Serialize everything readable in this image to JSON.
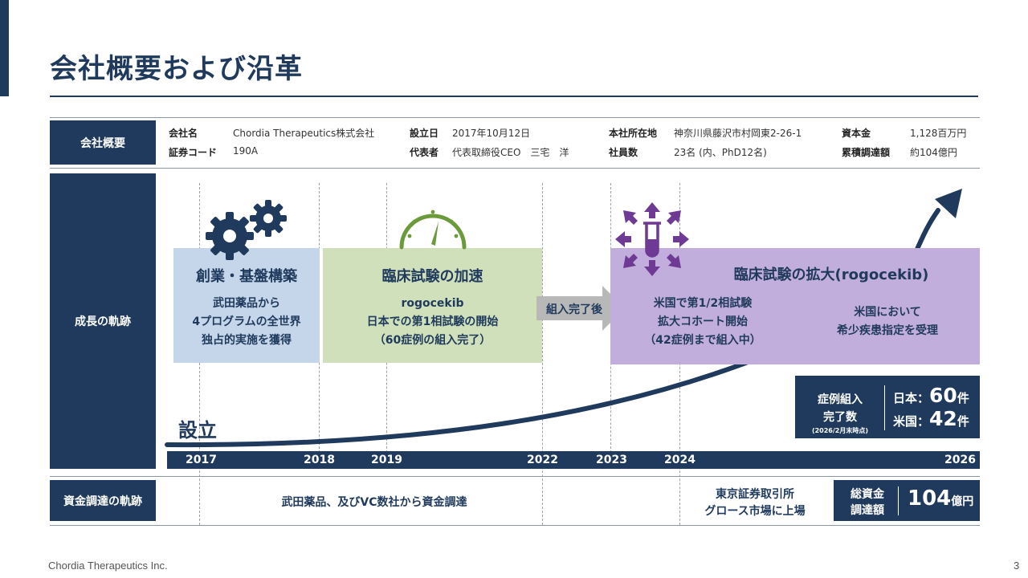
{
  "title": "会社概要および沿革",
  "footer": {
    "company": "Chordia Therapeutics Inc.",
    "page": "3"
  },
  "overview": {
    "label": "会社概要",
    "fields": [
      {
        "key": "会社名",
        "value": "Chordia Therapeutics株式会社"
      },
      {
        "key": "証券コード",
        "value": "190A"
      },
      {
        "key": "設立日",
        "value": "2017年10月12日"
      },
      {
        "key": "代表者",
        "value": "代表取締役CEO　三宅　洋"
      },
      {
        "key": "本社所在地",
        "value": "神奈川県藤沢市村岡東2-26-1"
      },
      {
        "key": "社員数",
        "value": "23名 (内、PhD12名)"
      },
      {
        "key": "資本金",
        "value": "1,128百万円"
      },
      {
        "key": "累積調達額",
        "value": "約104億円"
      }
    ]
  },
  "growth": {
    "label": "成長の軌跡",
    "founding": "設立",
    "phases": [
      {
        "title": "創業・基盤構築",
        "lines": [
          "武田薬品から",
          "4プログラムの全世界",
          "独占的実施を獲得"
        ]
      },
      {
        "title": "臨床試験の加速",
        "lines": [
          "rogocekib",
          "日本での第1相試験の開始",
          "（60症例の組入完了）"
        ]
      },
      {
        "title": "臨床試験の拡大(rogocekib)",
        "lines_left": [
          "米国で第1/2相試験",
          "拡大コホート開始",
          "（42症例まで組入中）"
        ],
        "lines_right": [
          "米国において",
          "希少疾患指定を受理"
        ]
      }
    ],
    "arrow_label": "組入完了後",
    "enrollment": {
      "label_lines": [
        "症例組入",
        "完了数"
      ],
      "note": "(2026/2月末時点)",
      "japan_label": "日本：",
      "japan_value": "60",
      "japan_unit": "件",
      "us_label": "米国：",
      "us_value": "42",
      "us_unit": "件"
    },
    "years": [
      "2017",
      "2018",
      "2019",
      "2022",
      "2023",
      "2024",
      "2026"
    ]
  },
  "funding": {
    "label": "資金調達の軌跡",
    "early": "武田薬品、及びVC数社から資金調達",
    "ipo_lines": [
      "東京証券取引所",
      "グロース市場に上場"
    ],
    "total_label_lines": [
      "総資金",
      "調達額"
    ],
    "total_value": "104",
    "total_unit": "億円"
  },
  "colors": {
    "navy": "#1f3a5c",
    "phase1_bg": "#c5d6ea",
    "phase2_bg": "#cfe0ba",
    "phase3_bg": "#c2aedc",
    "icon_green": "#6a9a3a",
    "icon_purple": "#6e3a94"
  },
  "icons": [
    "gears-icon",
    "gauge-icon",
    "flask-expand-icon",
    "growth-arrow-icon"
  ]
}
